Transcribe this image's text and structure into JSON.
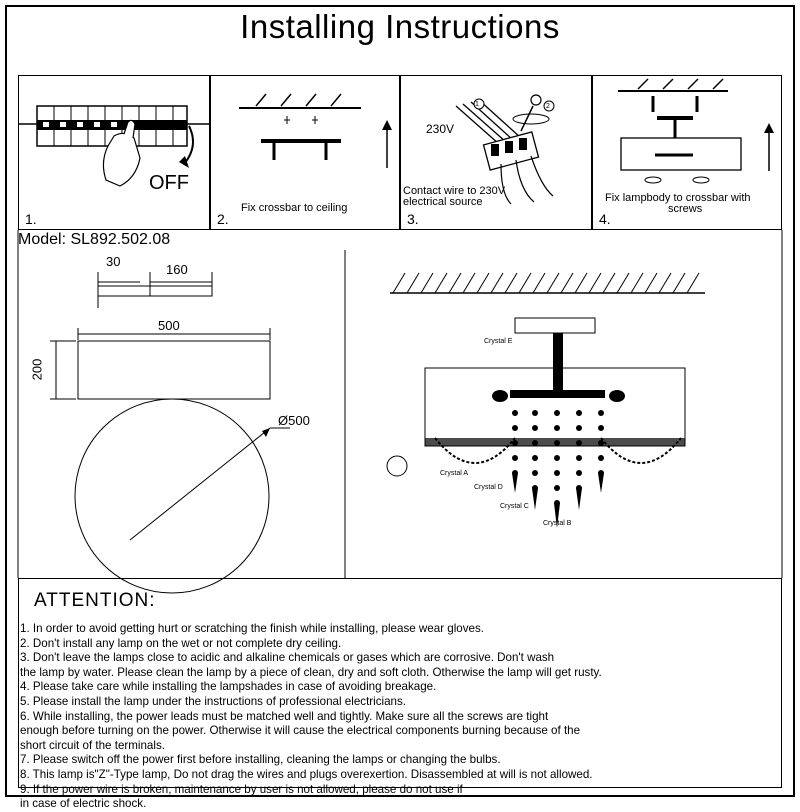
{
  "title": "Installing Instructions",
  "steps": [
    {
      "num": "1.",
      "off_label": "OFF",
      "caption": ""
    },
    {
      "num": "2.",
      "caption": "Fix crossbar to ceiling"
    },
    {
      "num": "3.",
      "voltage": "230V",
      "marker1": "1",
      "marker2": "2",
      "caption_line1": "Contact wire to 230V",
      "caption_line2": "electrical source"
    },
    {
      "num": "4.",
      "caption_line1": "Fix lampbody to crossbar with",
      "caption_line2": "screws"
    }
  ],
  "model": "Model: SL892.502.08",
  "dimensions": {
    "top_height": "30",
    "top_width": "160",
    "body_width": "500",
    "body_height": "200",
    "diameter": "Ø500"
  },
  "crystal_labels": {
    "e": "Crystal E",
    "a": "Crystal A",
    "d": "Crystal D",
    "c": "Crystal C",
    "b": "Crystal B"
  },
  "attention": {
    "heading": "ATTENTION:",
    "items": [
      "1. In order to avoid getting hurt or scratching the finish while installing, please wear gloves.",
      "2. Don't install any lamp on the wet or not complete dry ceiling.",
      "3. Don't leave the lamps close to acidic and alkaline chemicals or gases which are corrosive. Don't wash",
      "the lamp by water. Please clean the lamp by a piece of clean, dry and soft cloth. Otherwise the lamp will get rusty.",
      "4. Please take care while installing the lampshades in case of avoiding breakage.",
      "5. Please install the lamp under the instructions of professional electricians.",
      "6. While installing, the power leads must be matched well and tightly. Make sure all the screws are tight",
      "enough before turning on the power. Otherwise it will cause the electrical components burning because of the",
      "short circuit of the terminals.",
      "7. Please switch off the power first before installing, cleaning the lamps or changing the bulbs.",
      "8. This lamp is\"Z\"-Type lamp, Do not drag the wires and plugs overexertion. Disassembled at will is not allowed.",
      "9. If the power wire is broken, maintenance by user is not allowed, please do not use if",
      "in case of electric shock."
    ]
  }
}
